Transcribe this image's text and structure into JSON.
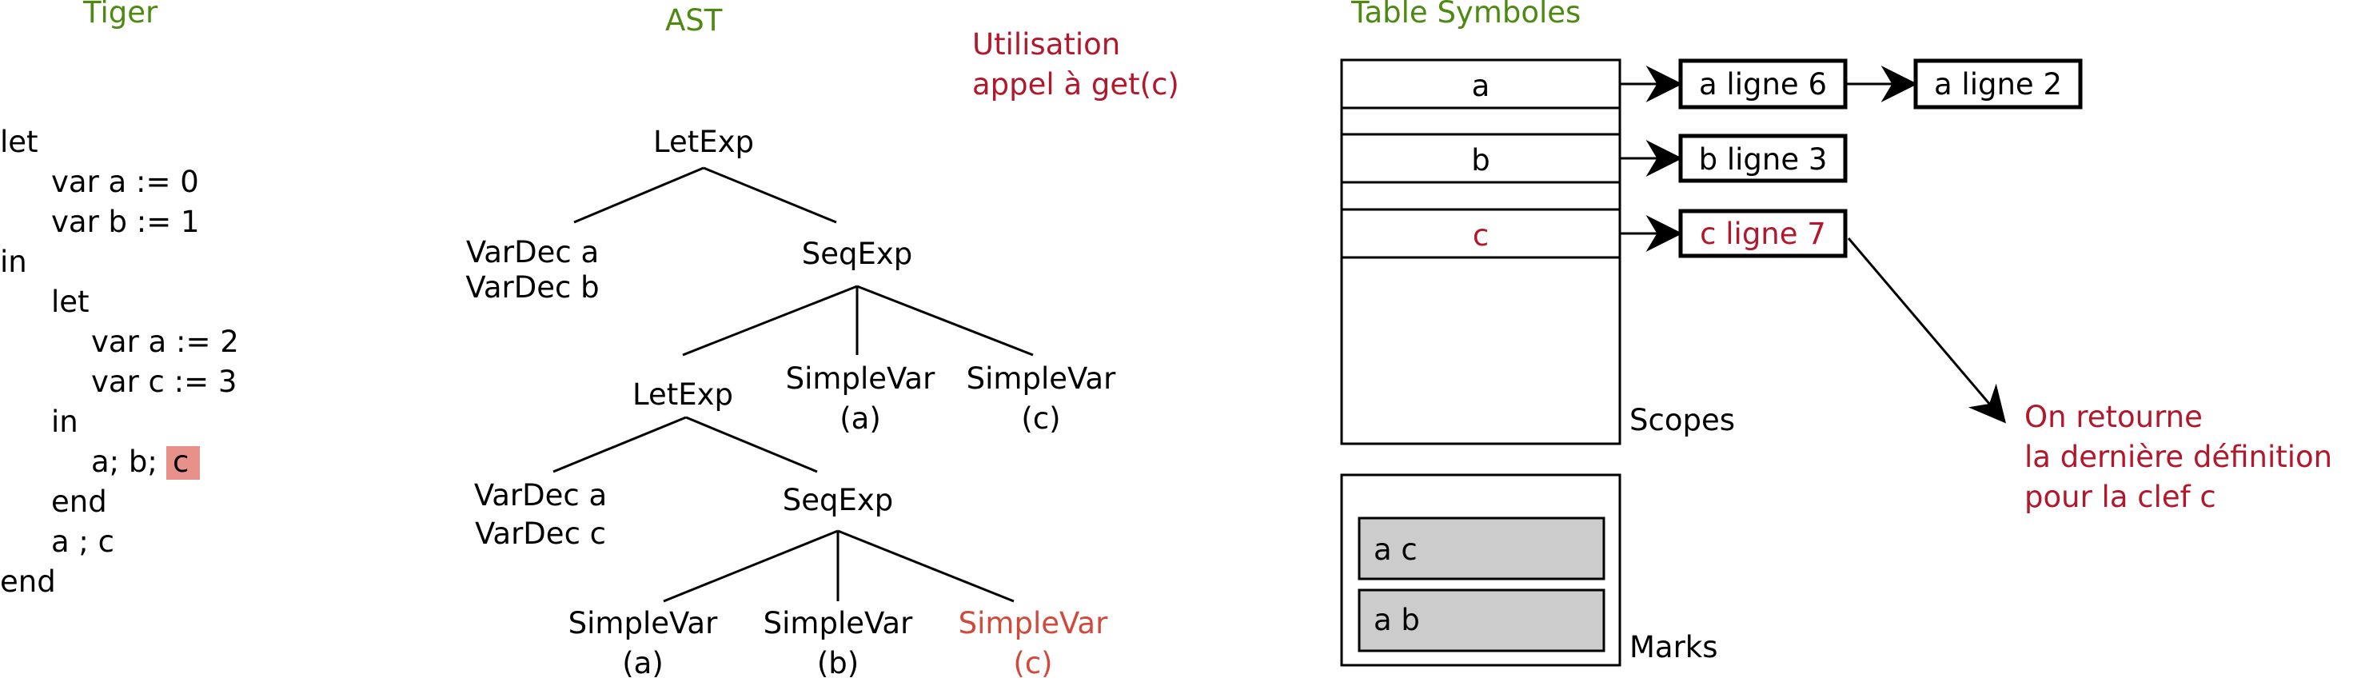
{
  "colors": {
    "heading": "#4e8a13",
    "highlight_text": "#b2182b",
    "tree_highlight": "#d04a3c",
    "code_highlight_bg": "#e8908a",
    "mark_fill": "#cccccc",
    "text": "#000000"
  },
  "tiger": {
    "title": "Tiger",
    "lines": [
      "let",
      "var a := 0",
      "var b := 1",
      "in",
      "let",
      "var a := 2",
      "var c := 3",
      "in",
      "a; b;",
      "end",
      "a ; c",
      "end"
    ],
    "highlighted_token": "c"
  },
  "ast": {
    "title": "AST",
    "note_line1": "Utilisation",
    "note_line2": "appel à get(c)",
    "nodes": {
      "letexp_top": "LetExp",
      "vardec_ab_1": "VarDec a",
      "vardec_ab_2": "VarDec b",
      "seqexp_top": "SeqExp",
      "letexp_inner": "LetExp",
      "simplevar_a_top_1": "SimpleVar",
      "simplevar_a_top_2": "(a)",
      "simplevar_c_top_1": "SimpleVar",
      "simplevar_c_top_2": "(c)",
      "vardec_ac_1": "VarDec a",
      "vardec_ac_2": "VarDec c",
      "seqexp_inner": "SeqExp",
      "simplevar_a_bot_1": "SimpleVar",
      "simplevar_a_bot_2": "(a)",
      "simplevar_b_bot_1": "SimpleVar",
      "simplevar_b_bot_2": "(b)",
      "simplevar_c_bot_1": "SimpleVar",
      "simplevar_c_bot_2": "(c)"
    }
  },
  "symbol_table": {
    "title": "Table Symboles",
    "keys": [
      "a",
      "b",
      "c"
    ],
    "entries": [
      "a ligne 6",
      "a ligne 2",
      "b ligne 3",
      "c ligne 7"
    ],
    "scopes_label": "Scopes",
    "marks_label": "Marks",
    "marks": [
      "a c",
      "a b"
    ],
    "result_line1": "On retourne",
    "result_line2": "la dernière définition",
    "result_line3": "pour la clef c"
  }
}
